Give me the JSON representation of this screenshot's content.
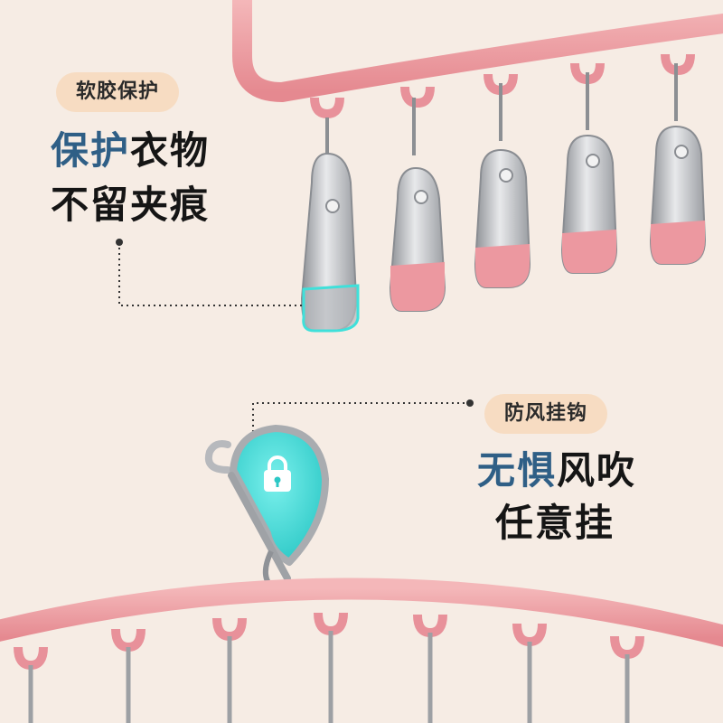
{
  "feature_soft_pad": {
    "tag": "软胶保护",
    "line1_accent": "保护",
    "line1_rest": "衣物",
    "line2": "不留夹痕"
  },
  "feature_windproof": {
    "tag": "防风挂钩",
    "line1_accent": "无惧",
    "line1_rest": "风吹",
    "line2": "任意挂"
  },
  "colors": {
    "background": "#f6ece4",
    "hanger_pink": "#eb9aa0",
    "clip_steel": "#c5c7ca",
    "clip_tip_pink": "#ec98a0",
    "tag_fill": "#f7dcc2",
    "accent_text": "#2f5f86",
    "lock_teal": "#3fd8d4"
  },
  "icons": {
    "lock": "lock-icon",
    "hook": "windproof-hook",
    "clip": "clothes-clip"
  }
}
